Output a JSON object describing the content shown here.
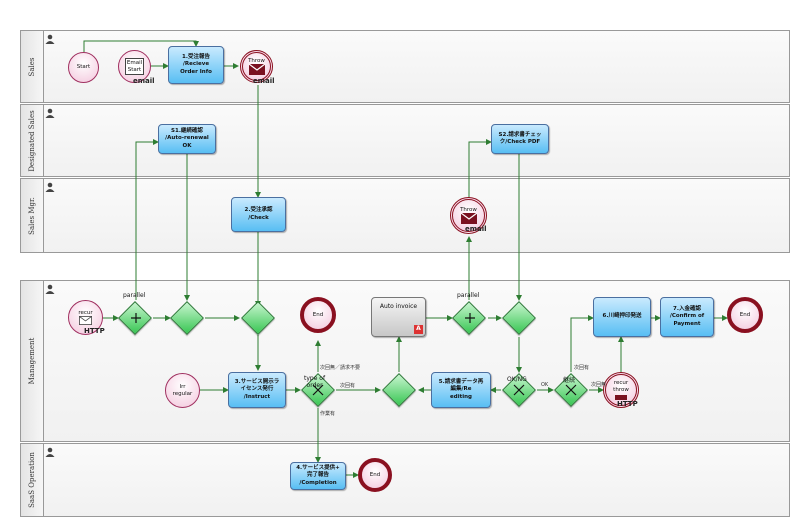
{
  "lanes": [
    "Sales",
    "Designated Sales",
    "Sales Mgr.",
    "Management",
    "SaaS Operation"
  ],
  "tasks": {
    "t1": "1.受注報告\n/Recieve\nOrder Info",
    "s1": "S1.継続確認\n/Auto-renewal\nOK",
    "s2": "S2.請求書チェッ\nク/Check PDF",
    "t2": "2.受注承認\n/Check",
    "auto": "Auto invoice",
    "t3": "3.サービス開示ラ\nイセンス発行\n/Instruct",
    "t5": "5.請求書データ再\n編集/Re\nediting",
    "t6": "6.川崎押印発送",
    "t7": "7.入金確認\n/Confirm of\nPayment",
    "t4": "4.サービス提供+\n完了報告\n/Completion"
  },
  "events": {
    "start": "Start",
    "email_start": "Email\nStart",
    "email_label": "email",
    "throw1": "Throw",
    "throw2": "Throw",
    "recur1": "recur",
    "http1": "HTTP",
    "irr": "Irr\nregular",
    "end_top": "End",
    "end_right": "End",
    "end_bottom": "End",
    "recur_throw": "recur\nthrow",
    "http2": "HTTP"
  },
  "gateways": {
    "parallel1": "parallel",
    "type_of_order": "type of\norder",
    "parallel2": "parallel",
    "okng": "OK/NG",
    "keizoku": "継続"
  },
  "flow_labels": {
    "jikai_nashi_seikyu": "次回無／請求不要",
    "jikai_ari": "次回有",
    "sagyo_ari": "作業有",
    "ok": "OK",
    "jikai_ari2": "次回有",
    "jikai_nashi2": "次回無"
  },
  "colors": {
    "task_fill": "#58bef3",
    "gateway_fill": "#38c653",
    "event_fill": "#f3c6dc",
    "end_border": "#8a1020",
    "flow": "#2e7d32"
  }
}
